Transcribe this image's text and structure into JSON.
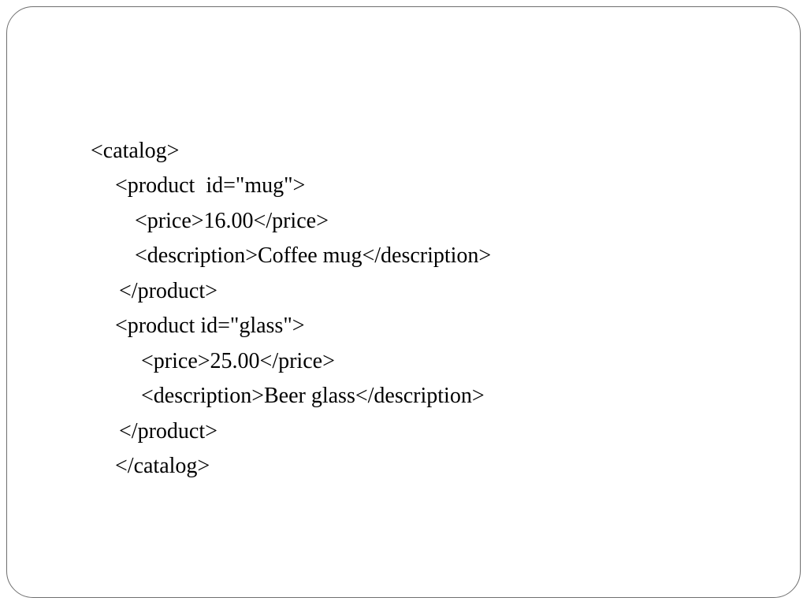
{
  "slide": {
    "code_lines": [
      "<catalog>",
      "<product  id=\"mug\">",
      "<price>16.00</price>",
      "<description>Coffee mug</description>",
      "</product>",
      "<product id=\"glass\">",
      "<price>25.00</price>",
      "<description>Beer glass</description>",
      "</product>",
      "</catalog>"
    ]
  }
}
